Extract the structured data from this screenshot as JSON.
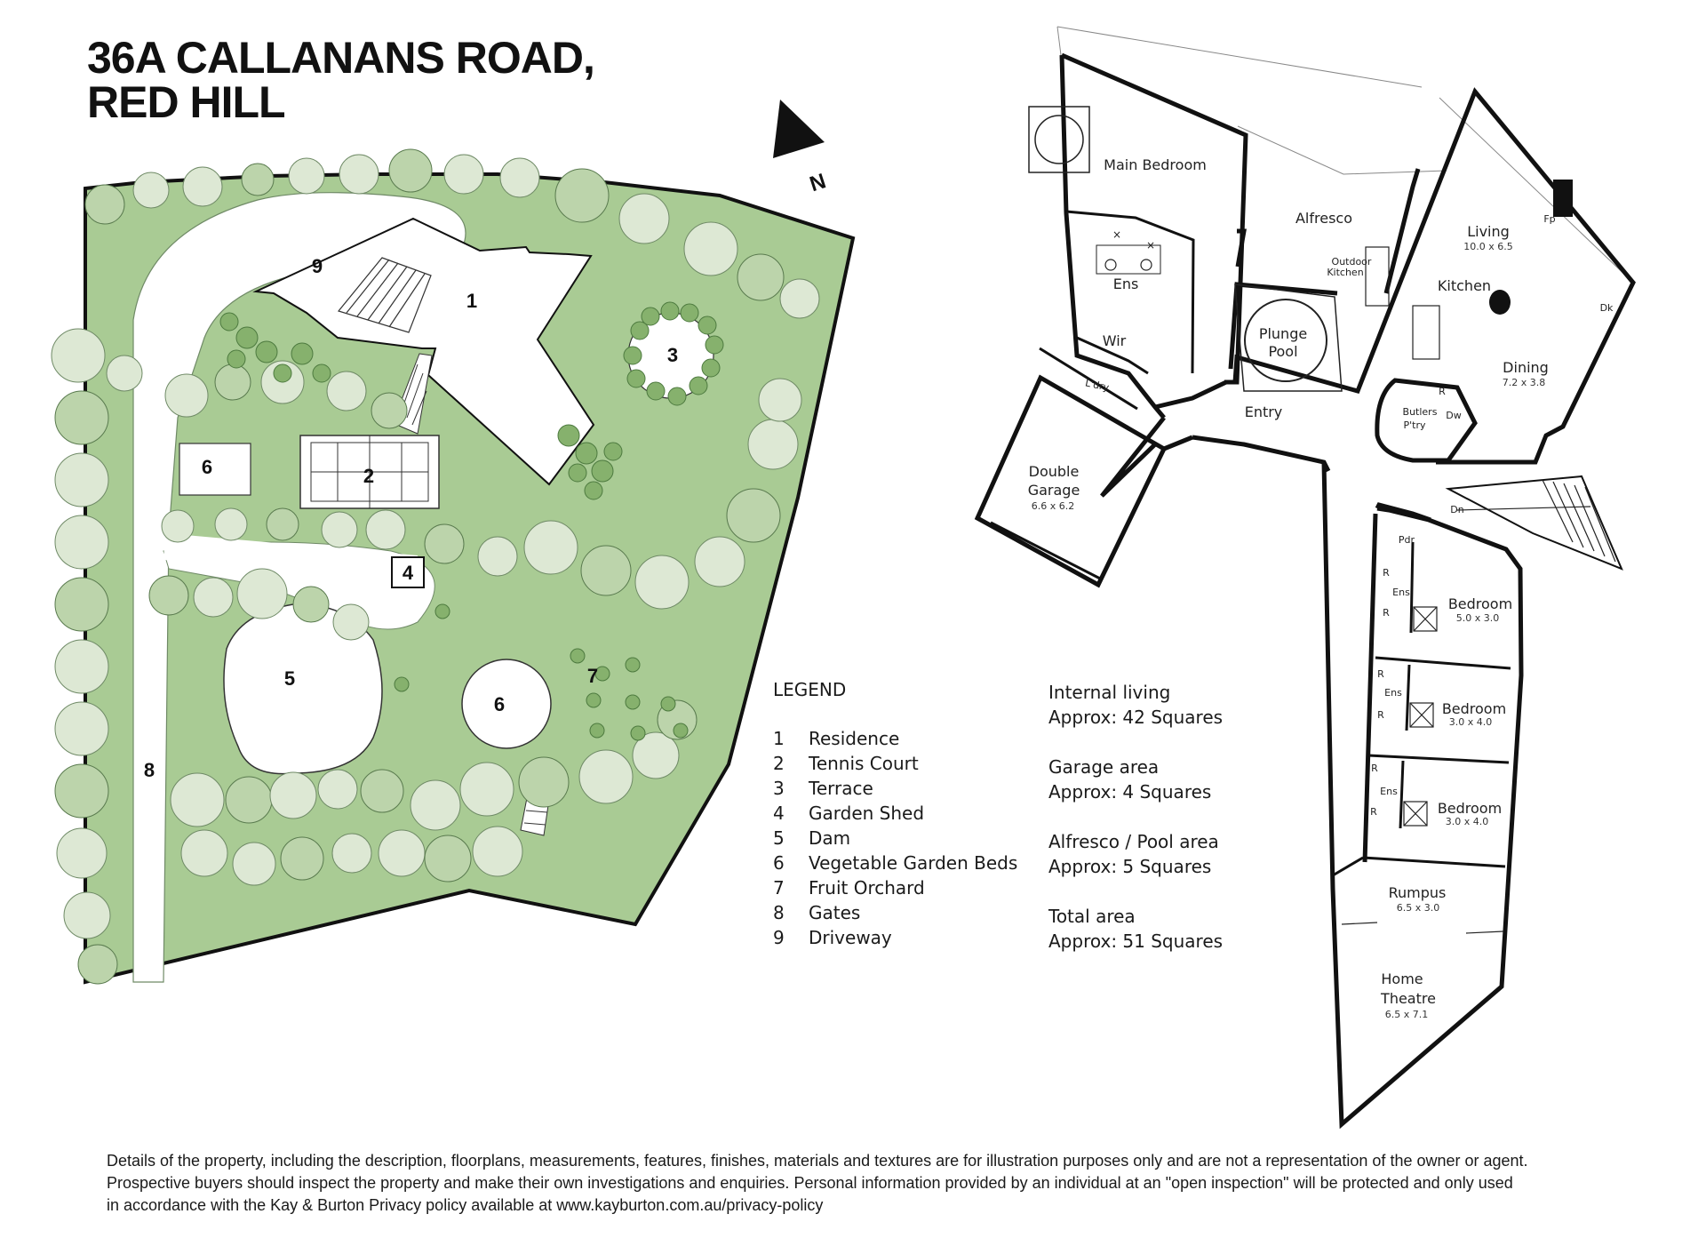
{
  "title": {
    "line1": "36A CALLANANS ROAD,",
    "line2": "RED HILL"
  },
  "north_label": "N",
  "site_labels": [
    "1",
    "2",
    "3",
    "4",
    "5",
    "6",
    "6",
    "7",
    "8",
    "9"
  ],
  "legend": {
    "heading": "LEGEND",
    "items": [
      {
        "num": "1",
        "label": "Residence"
      },
      {
        "num": "2",
        "label": "Tennis Court"
      },
      {
        "num": "3",
        "label": "Terrace"
      },
      {
        "num": "4",
        "label": "Garden Shed"
      },
      {
        "num": "5",
        "label": "Dam"
      },
      {
        "num": "6",
        "label": "Vegetable Garden Beds"
      },
      {
        "num": "7",
        "label": "Fruit Orchard"
      },
      {
        "num": "8",
        "label": "Gates"
      },
      {
        "num": "9",
        "label": "Driveway"
      }
    ]
  },
  "areas": [
    {
      "label": "Internal living",
      "value": "Approx: 42 Squares"
    },
    {
      "label": "Garage area",
      "value": "Approx: 4 Squares"
    },
    {
      "label": "Alfresco / Pool area",
      "value": "Approx: 5 Squares"
    },
    {
      "label": "Total area",
      "value": "Approx: 51 Squares"
    }
  ],
  "rooms": {
    "main_bedroom": "Main Bedroom",
    "alfresco": "Alfresco",
    "outdoor_kitchen_1": "Outdoor",
    "outdoor_kitchen_2": "Kitchen",
    "living": "Living",
    "living_dim": "10.0 x 6.5",
    "fp": "Fp",
    "ens_main": "Ens",
    "wir": "Wir",
    "kitchen": "Kitchen",
    "dk": "Dk",
    "plunge_1": "Plunge",
    "plunge_2": "Pool",
    "dining": "Dining",
    "dining_dim": "7.2 x 3.8",
    "ldry": "L'dry",
    "butlers_1": "Butlers",
    "butlers_2": "P'try",
    "r": "R",
    "dw": "Dw",
    "entry": "Entry",
    "garage_1": "Double",
    "garage_2": "Garage",
    "garage_dim": "6.6 x 6.2",
    "dn": "Dn",
    "pdr": "Pdr",
    "ens": "Ens",
    "bedroom": "Bedroom",
    "bed1_dim": "5.0 x 3.0",
    "bed2_dim": "3.0 x 4.0",
    "bed3_dim": "3.0 x 4.0",
    "rumpus": "Rumpus",
    "rumpus_dim": "6.5 x 3.0",
    "theatre_1": "Home",
    "theatre_2": "Theatre",
    "theatre_dim": "6.5 x 7.1"
  },
  "disclaimer": [
    "Details of the property, including the description, floorplans, measurements, features, finishes, materials and textures are for illustration purposes only and are not a representation of the owner or agent.",
    "Prospective buyers should inspect the property and make their own investigations and enquiries.  Personal information provided by an individual at an \"open inspection\" will be protected and only used",
    "in accordance with the Kay & Burton Privacy policy  available at  www.kayburton.com.au/privacy-policy"
  ],
  "colors": {
    "lawn": "#a9cb94",
    "canopy": "#dde8d4",
    "canopy_dark": "#bcd4ab",
    "shrub": "#86b16d",
    "wall": "#111111"
  }
}
